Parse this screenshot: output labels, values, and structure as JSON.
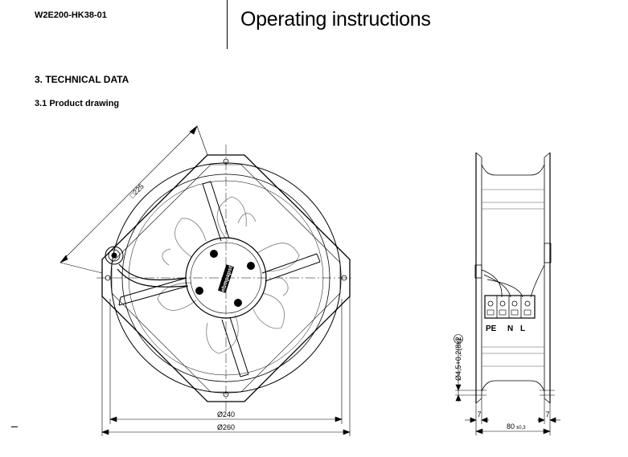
{
  "header": {
    "model_code": "W2E200-HK38-01",
    "doc_title": "Operating instructions"
  },
  "section": {
    "title": "3. TECHNICAL DATA",
    "subtitle": "3.1 Product drawing"
  },
  "front_view": {
    "square_dimension": "□225",
    "inner_diameter": "Ø240",
    "outer_diameter": "Ø260",
    "brand_label": "ebmpapst"
  },
  "side_view": {
    "terminal_labels": [
      "PE",
      "N",
      "L"
    ],
    "hole_note": "Ø4,5+0,2(8x)",
    "hole_callout": "2",
    "left_flange": "7",
    "right_flange": "7",
    "depth": "80",
    "depth_tolerance": "±0,3"
  }
}
